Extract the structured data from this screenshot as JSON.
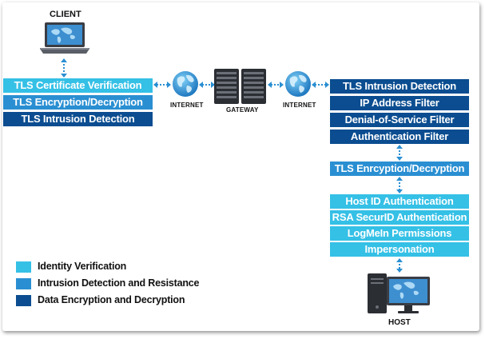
{
  "colors": {
    "identity": "#35c0e6",
    "intrusion": "#2a8fd2",
    "encryption": "#0b4d90",
    "arrow": "#2a8fd2"
  },
  "client": {
    "title": "CLIENT",
    "icon": "laptop-icon",
    "boxes": [
      {
        "label": "TLS Certificate Verification",
        "category": "identity"
      },
      {
        "label": "TLS Encryption/Decryption",
        "category": "intrusion"
      },
      {
        "label": "TLS Intrusion Detection",
        "category": "encryption"
      }
    ]
  },
  "network": {
    "internet_left": "INTERNET",
    "gateway": "GATEWAY",
    "internet_right": "INTERNET",
    "globe_icon": "globe-icon",
    "gateway_icon": "server-rack-icon"
  },
  "host": {
    "title": "HOST",
    "icon": "desktop-computer-icon",
    "filter_boxes": [
      {
        "label": "TLS Intrusion Detection",
        "category": "encryption"
      },
      {
        "label": "IP Address Filter",
        "category": "encryption"
      },
      {
        "label": "Denial-of-Service Filter",
        "category": "encryption"
      },
      {
        "label": "Authentication Filter",
        "category": "encryption"
      }
    ],
    "encryption_box": {
      "label": "TLS Enrcyption/Decryption",
      "category": "intrusion"
    },
    "auth_boxes": [
      {
        "label": "Host ID Authentication",
        "category": "identity"
      },
      {
        "label": "RSA SecurID Authentication",
        "category": "identity"
      },
      {
        "label": "LogMeIn Permissions",
        "category": "identity"
      },
      {
        "label": "Impersonation",
        "category": "identity"
      }
    ]
  },
  "legend": [
    {
      "label": "Identity Verification",
      "category": "identity"
    },
    {
      "label": "Intrusion Detection and Resistance",
      "category": "intrusion"
    },
    {
      "label": "Data Encryption and Decryption",
      "category": "encryption"
    }
  ]
}
